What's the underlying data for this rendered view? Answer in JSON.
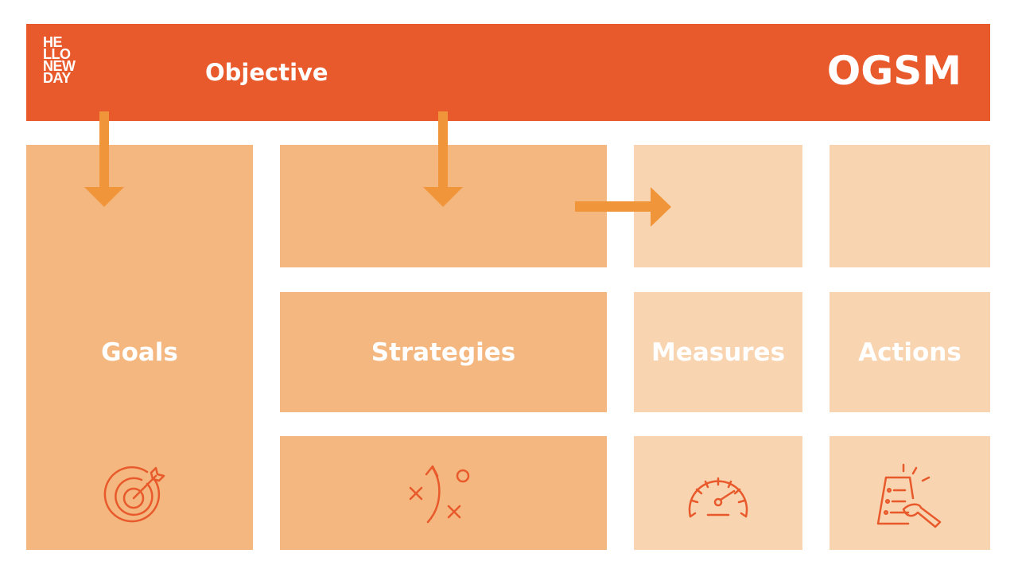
{
  "header": {
    "logo_lines": [
      "HE",
      "LLO",
      "NEW",
      "DAY"
    ],
    "objective_label": "Objective",
    "ogsm_label": "OGSM"
  },
  "columns": {
    "goals": "Goals",
    "strategies": "Strategies",
    "measures": "Measures",
    "actions": "Actions"
  },
  "icons": {
    "goals": "target-icon",
    "strategies": "game-plan-icon",
    "measures": "speedometer-icon",
    "actions": "checklist-icon"
  },
  "colors": {
    "header": "#e8592b",
    "goals_strategies": "#f4b77f",
    "measures_actions": "#f9d4b0",
    "arrow": "#f0953a",
    "icon_stroke": "#e8592b"
  }
}
